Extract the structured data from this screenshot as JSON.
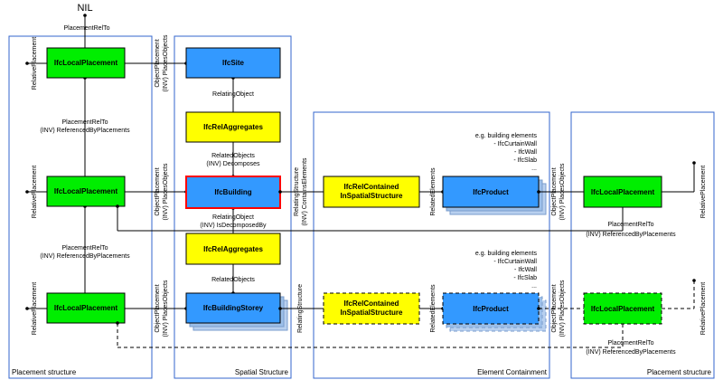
{
  "nil": "NIL",
  "sections": {
    "placement": "Placement structure",
    "spatial": "Spatial Structure",
    "element": "Element Containment",
    "placement_right": "Placement structure"
  },
  "boxes": {
    "local_placement": "IfcLocalPlacement",
    "site": "IfcSite",
    "rel_aggregates": "IfcRelAggregates",
    "building": "IfcBuilding",
    "building_storey": "IfcBuildingStorey",
    "rel_contained_1": "IfcRelContained",
    "rel_contained_2": "InSpatialStructure",
    "product": "IfcProduct"
  },
  "labels": {
    "placement_rel_to": "PlacementRelTo",
    "inv_referenced_by": "(INV) ReferencedByPlacements",
    "relative_placement": "RelativePlacement",
    "object_placement": "ObjectPlacement",
    "inv_places_objects": "(INV) PlacesObjects",
    "relating_object": "RelatingObject",
    "related_objects": "RelatedObjects",
    "inv_decomposes": "(INV) Decomposes",
    "inv_is_decomposed_by": "(INV) IsDecomposedBy",
    "relating_structure": "RelatingStructure",
    "inv_contains_elements": "(INV) ContainsElements",
    "related_elements": "RelatedElements"
  },
  "notes": {
    "eg": "e.g. building elements",
    "curtain": "- IfcCurtainWall",
    "wall": "- IfcWall",
    "slab": "- IfcSlab",
    "dots": "..."
  },
  "colors": {
    "green": "#00ee00",
    "blue": "#3399ff",
    "yellow": "#ffff00",
    "section_border": "#3366cc",
    "highlight": "#ff0000",
    "shadow_blue": "#b8d0ef"
  }
}
